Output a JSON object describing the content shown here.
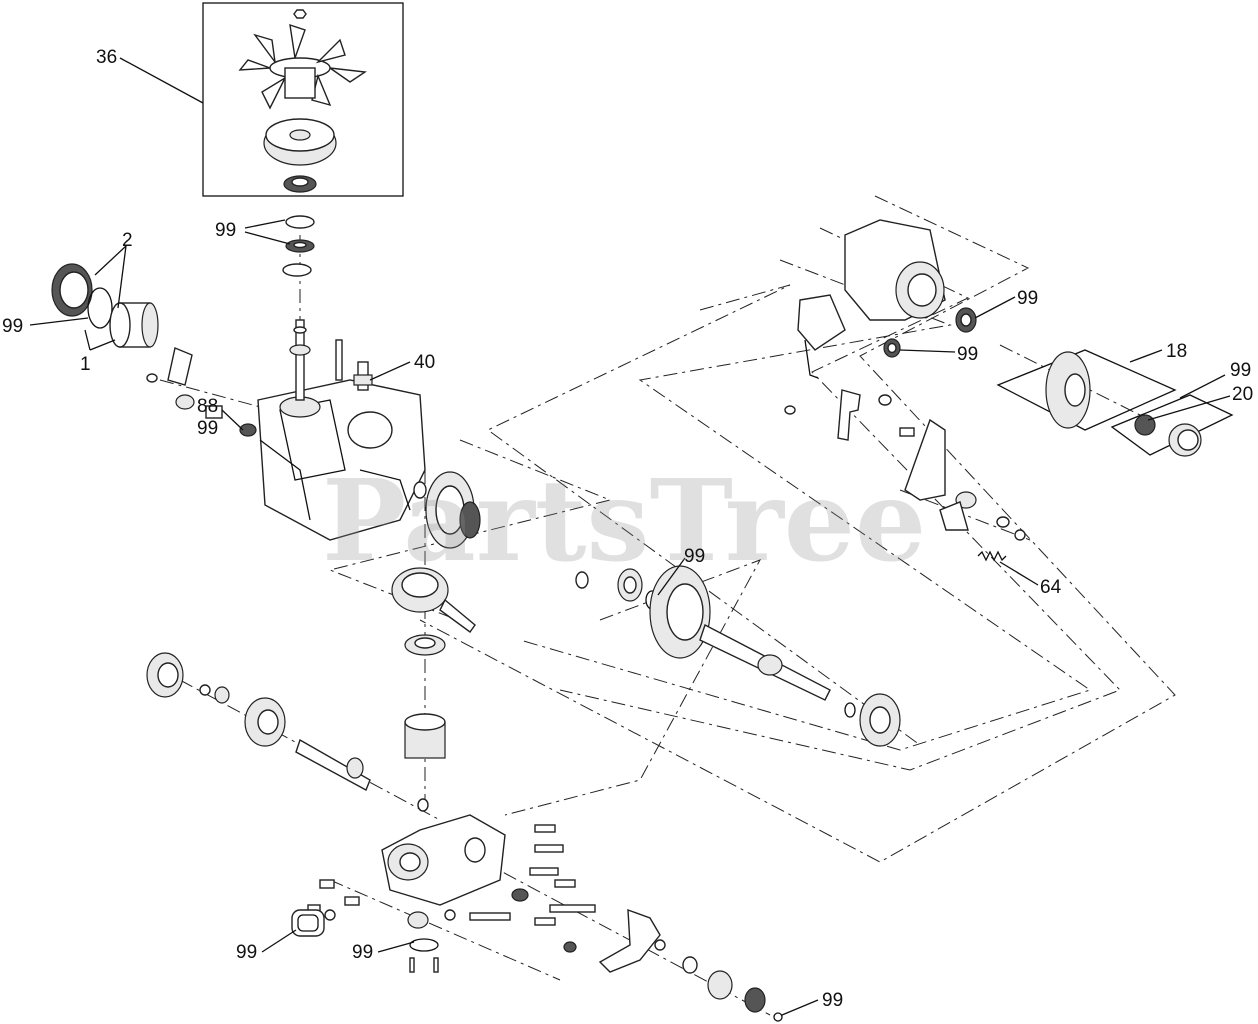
{
  "watermark": {
    "text": "PartsTree"
  },
  "callouts": [
    {
      "id": "c36",
      "label": "36"
    },
    {
      "id": "c99a",
      "label": "99"
    },
    {
      "id": "c2",
      "label": "2"
    },
    {
      "id": "c99b",
      "label": "99"
    },
    {
      "id": "c1",
      "label": "1"
    },
    {
      "id": "c40",
      "label": "40"
    },
    {
      "id": "c88",
      "label": "88"
    },
    {
      "id": "c99c",
      "label": "99"
    },
    {
      "id": "c99d",
      "label": "99"
    },
    {
      "id": "c99e",
      "label": "99"
    },
    {
      "id": "c18",
      "label": "18"
    },
    {
      "id": "c99f",
      "label": "99"
    },
    {
      "id": "c20",
      "label": "20"
    },
    {
      "id": "c99g",
      "label": "99"
    },
    {
      "id": "c64",
      "label": "64"
    },
    {
      "id": "c99h",
      "label": "99"
    },
    {
      "id": "c99i",
      "label": "99"
    },
    {
      "id": "c99j",
      "label": "99"
    }
  ]
}
